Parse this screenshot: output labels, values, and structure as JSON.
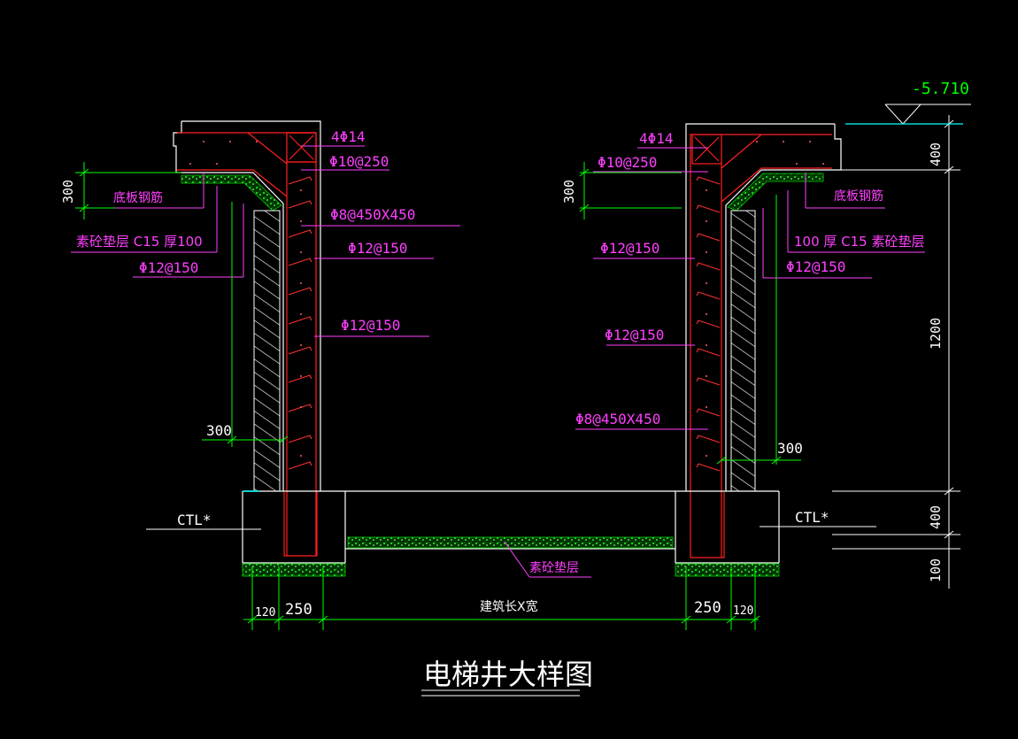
{
  "title": "电梯井大样图",
  "level": "-5.710",
  "colors": {
    "background": "#000000",
    "outline": "#ffffff",
    "rebar": "#ff2020",
    "label": "#ff40ff",
    "dimension": "#00ff00",
    "gravel": "#00cc00",
    "hatch": "#ffffff",
    "cyan": "#00ffff"
  },
  "left": {
    "top_bars": "4Φ14",
    "top_stirrup": "Φ10@250",
    "slab_bars": "底板钢筋",
    "dim_300_top": "300",
    "cushion": "素砼垫层  C15  厚100",
    "wall_bar_outer": "Φ12@150",
    "tie": "Φ8@450X450",
    "wall_bar_1": "Φ12@150",
    "wall_bar_2": "Φ12@150",
    "dim_300_bottom": "300",
    "ctl": "CTL*"
  },
  "right": {
    "top_bars": "4Φ14",
    "top_stirrup": "Φ10@250",
    "slab_bars": "底板钢筋",
    "dim_300_top": "300",
    "cushion": "100  厚 C15  素砼垫层",
    "wall_bar_outer": "Φ12@150",
    "wall_bar_1": "Φ12@150",
    "wall_bar_2": "Φ12@150",
    "tie": "Φ8@450X450",
    "dim_300_bottom": "300",
    "ctl": "CTL*"
  },
  "bottom": {
    "cushion": "素砼垫层",
    "length": "建筑长X宽",
    "dim_120_left": "120",
    "dim_250_left": "250",
    "dim_250_right": "250",
    "dim_120_right": "120"
  },
  "vertical_dims": {
    "d400_top": "400",
    "d1200": "1200",
    "d400_bottom": "400",
    "d100": "100"
  }
}
